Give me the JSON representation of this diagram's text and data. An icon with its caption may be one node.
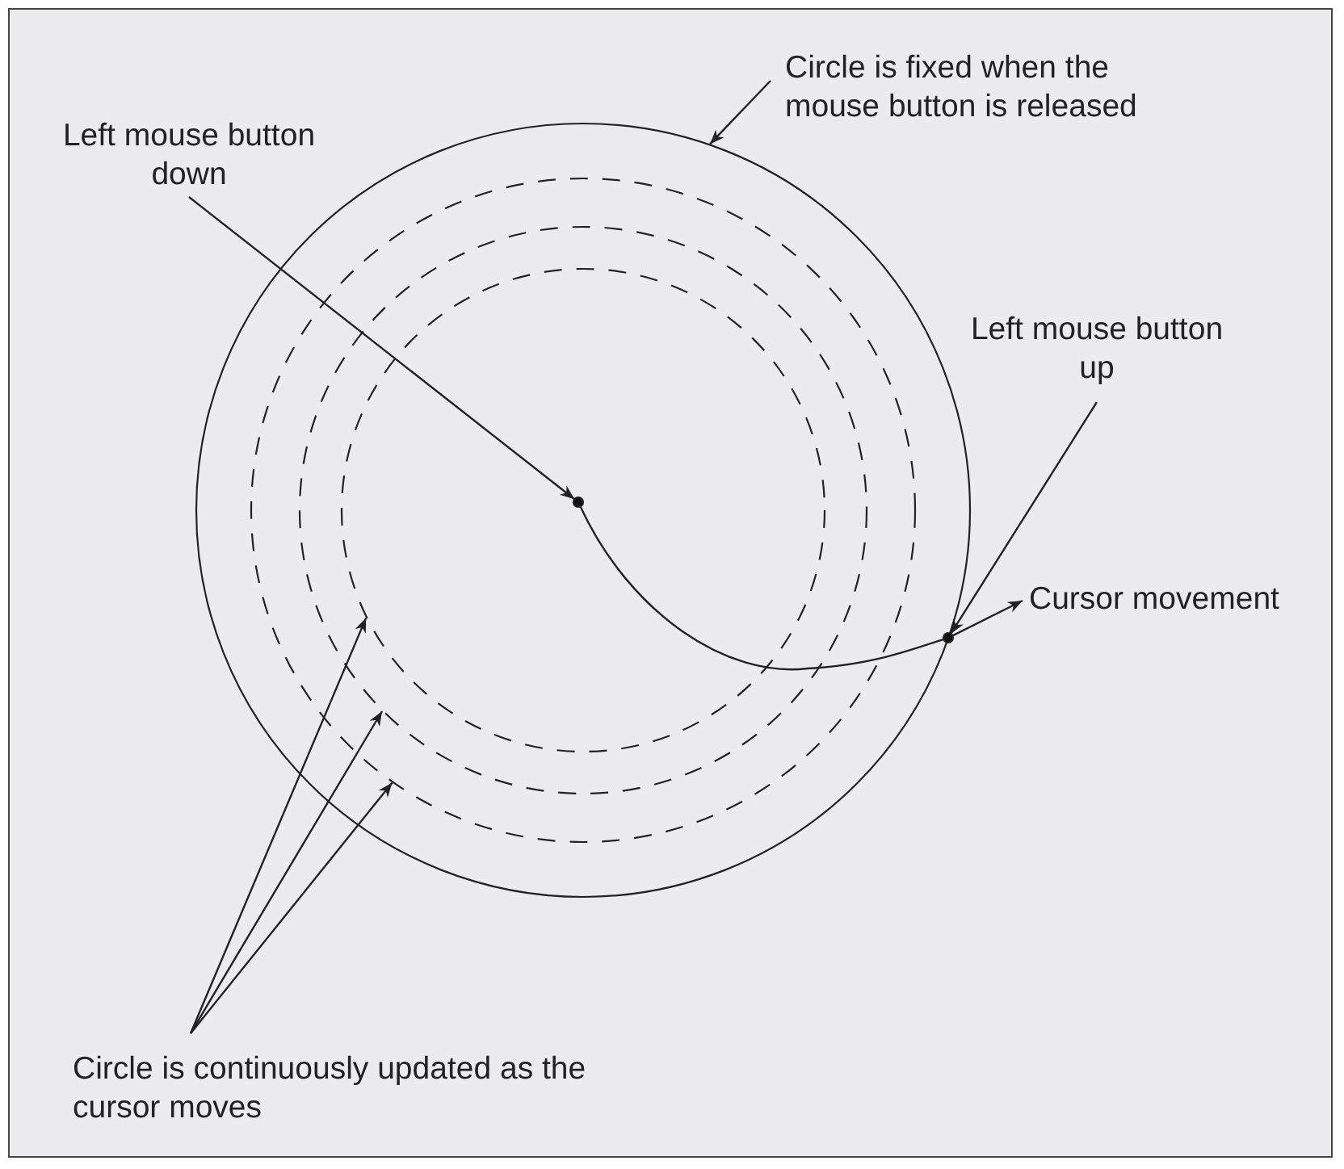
{
  "diagram": {
    "nodes": [
      {
        "text": [
          "Circle is fixed when the mouse button is released"
        ]
      },
      {
        "text": [],
        "shape": "circle"
      },
      {
        "text": [
          "Left mouse button down"
        ]
      },
      {
        "text": [],
        "shape": "circle",
        "in": 10
      },
      {
        "text": [
          "Left mouse button up"
        ]
      },
      {
        "text": [],
        "shape": "circle"
      },
      {
        "text": [
          "Cursor movement"
        ]
      },
      {
        "text": [
          "Circle is continuously updated as the cursor moves"
        ]
      },
      {
        "text": [],
        "shape": "circle",
        "in": 1
      },
      {
        "text": [],
        "shape": "circle",
        "in": 8
      },
      {
        "text": [],
        "shape": "circle",
        "in": 9
      }
    ],
    "edges": [
      {
        "from": 0,
        "to": 1,
        "arrow": "to"
      },
      {
        "from": 2,
        "to": 3,
        "arrow": "to"
      },
      {
        "from": 4,
        "to": 5,
        "arrow": "to"
      },
      {
        "from": 3,
        "to": 5,
        "arrow": "none"
      },
      {
        "from": 5,
        "to": 6,
        "arrow": "to"
      },
      {
        "from": 7,
        "to": 10,
        "arrow": "to"
      },
      {
        "from": 7,
        "to": 9,
        "arrow": "to"
      },
      {
        "from": 7,
        "to": 8,
        "arrow": "to"
      }
    ]
  }
}
